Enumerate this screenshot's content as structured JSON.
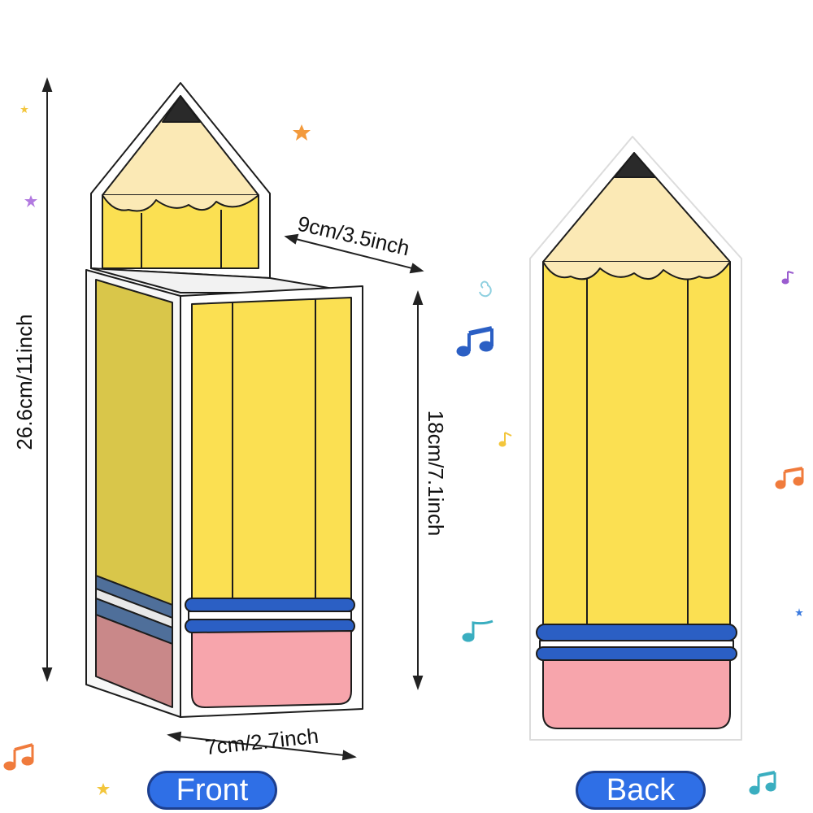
{
  "dimensions": {
    "total_height": "26.6cm/11inch",
    "top_width": "9cm/3.5inch",
    "box_height": "18cm/7.1inch",
    "bottom_width": "7cm/2.7inch"
  },
  "labels": {
    "front": "Front",
    "back": "Back"
  },
  "colors": {
    "pencil_yellow": "#fbe052",
    "pencil_side_yellow": "#d9c64a",
    "wood": "#fbe9b5",
    "graphite": "#2a2a2a",
    "eraser_pink": "#f7a5ac",
    "eraser_side_pink": "#c98889",
    "band_blue": "#2b5fc4",
    "pill_blue": "#2f6fe6"
  }
}
